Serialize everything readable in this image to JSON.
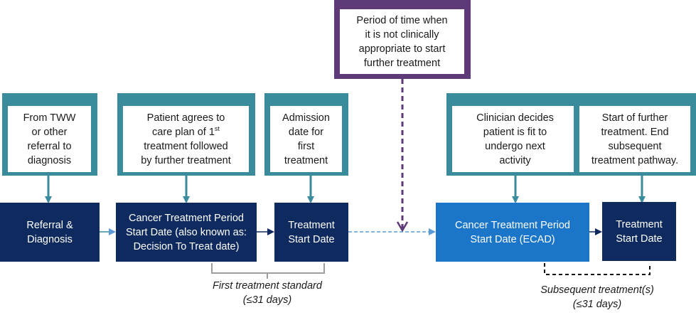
{
  "callouts": {
    "tww": {
      "lines": [
        "From TWW",
        "or other",
        "referral to",
        "diagnosis"
      ]
    },
    "care_plan": {
      "line1": "Patient agrees to",
      "line2_pre": "care plan of 1",
      "line2_sup": "st",
      "line3": "treatment followed",
      "line4": "by further treatment"
    },
    "admission": {
      "lines": [
        "Admission",
        "date for",
        "first",
        "treatment"
      ]
    },
    "clinically": {
      "lines": [
        "Period of time when",
        "it is not clinically",
        "appropriate to start",
        "further treatment"
      ]
    },
    "clinician": {
      "lines": [
        "Clinician decides",
        "patient is fit to",
        "undergo next",
        "activity"
      ]
    },
    "further": {
      "lines": [
        "Start of further",
        "treatment. End",
        "subsequent",
        "treatment pathway."
      ]
    }
  },
  "boxes": {
    "referral": {
      "lines": [
        "Referral &",
        "Diagnosis"
      ]
    },
    "ctp_start": {
      "lines": [
        "Cancer Treatment Period",
        "Start Date (also known as:",
        "Decision To Treat date)"
      ]
    },
    "treatment_start_1": {
      "lines": [
        "Treatment",
        "Start Date"
      ]
    },
    "ctp_ecad": {
      "lines": [
        "Cancer Treatment Period",
        "Start Date (ECAD)"
      ]
    },
    "treatment_start_2": {
      "lines": [
        "Treatment",
        "Start Date"
      ]
    }
  },
  "captions": {
    "first_standard": {
      "line1": "First treatment standard",
      "line2": "(≤31 days)"
    },
    "subsequent": {
      "line1": "Subsequent treatment(s)",
      "line2": "(≤31 days)"
    }
  },
  "colors": {
    "teal": "#3a8b9c",
    "navy": "#0e2a5e",
    "blue": "#1b75c9",
    "purple": "#5e3a78",
    "dashed_blue": "#5b9bd5",
    "bracket_gray": "#9e9e9e"
  }
}
